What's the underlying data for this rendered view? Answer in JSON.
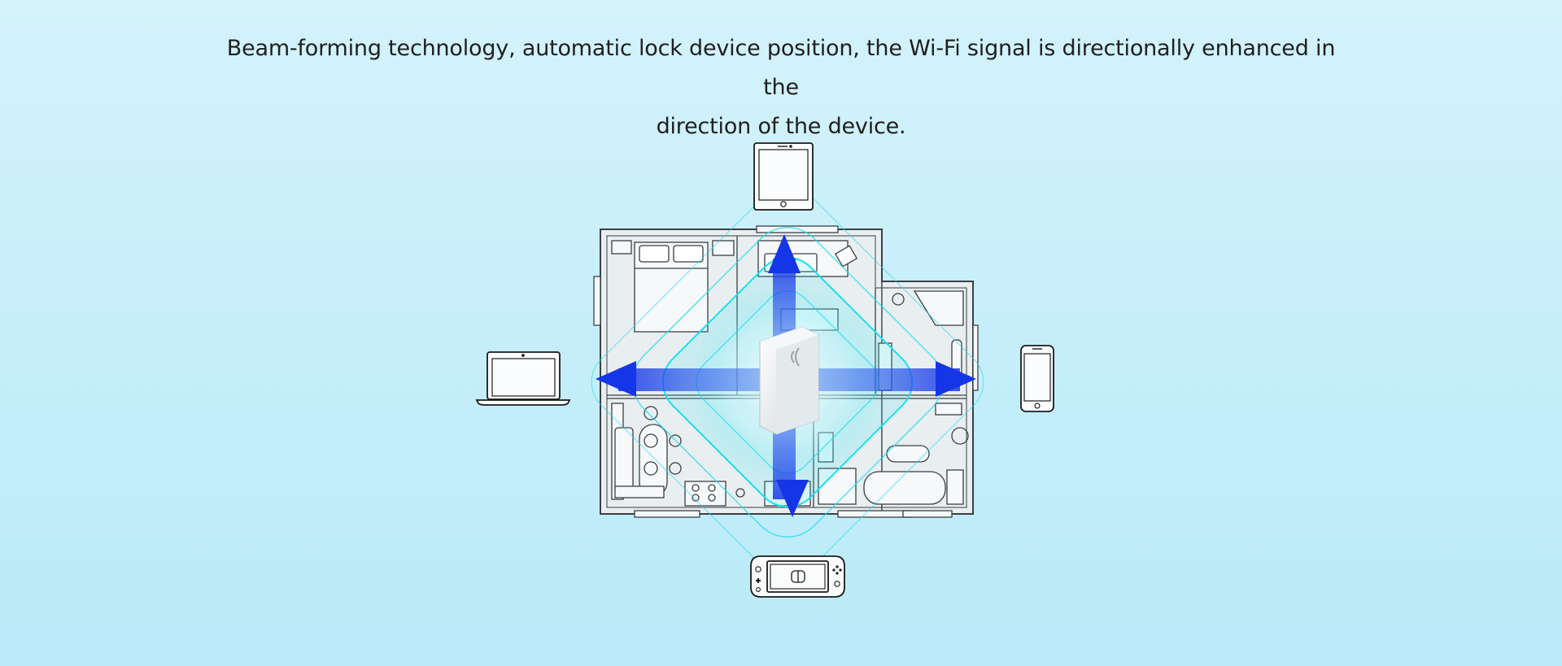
{
  "headline": {
    "line1": "Beam-forming technology, automatic lock device position, the Wi-Fi signal is directionally enhanced in the",
    "line2": "direction of the device."
  },
  "devices": [
    {
      "name": "tablet",
      "icon": "tablet-icon"
    },
    {
      "name": "laptop",
      "icon": "laptop-icon"
    },
    {
      "name": "smartphone",
      "icon": "smartphone-icon"
    },
    {
      "name": "game-console",
      "icon": "handheld-console-icon"
    }
  ],
  "router": {
    "icon": "wifi-extender-icon"
  },
  "floorplan": {
    "icon": "apartment-floorplan-icon"
  },
  "colors": {
    "beam": "#1b3fe0",
    "signal_ring": "#19e0f0",
    "background_top": "#d4f3fb",
    "background_bottom": "#bbeaf8"
  }
}
